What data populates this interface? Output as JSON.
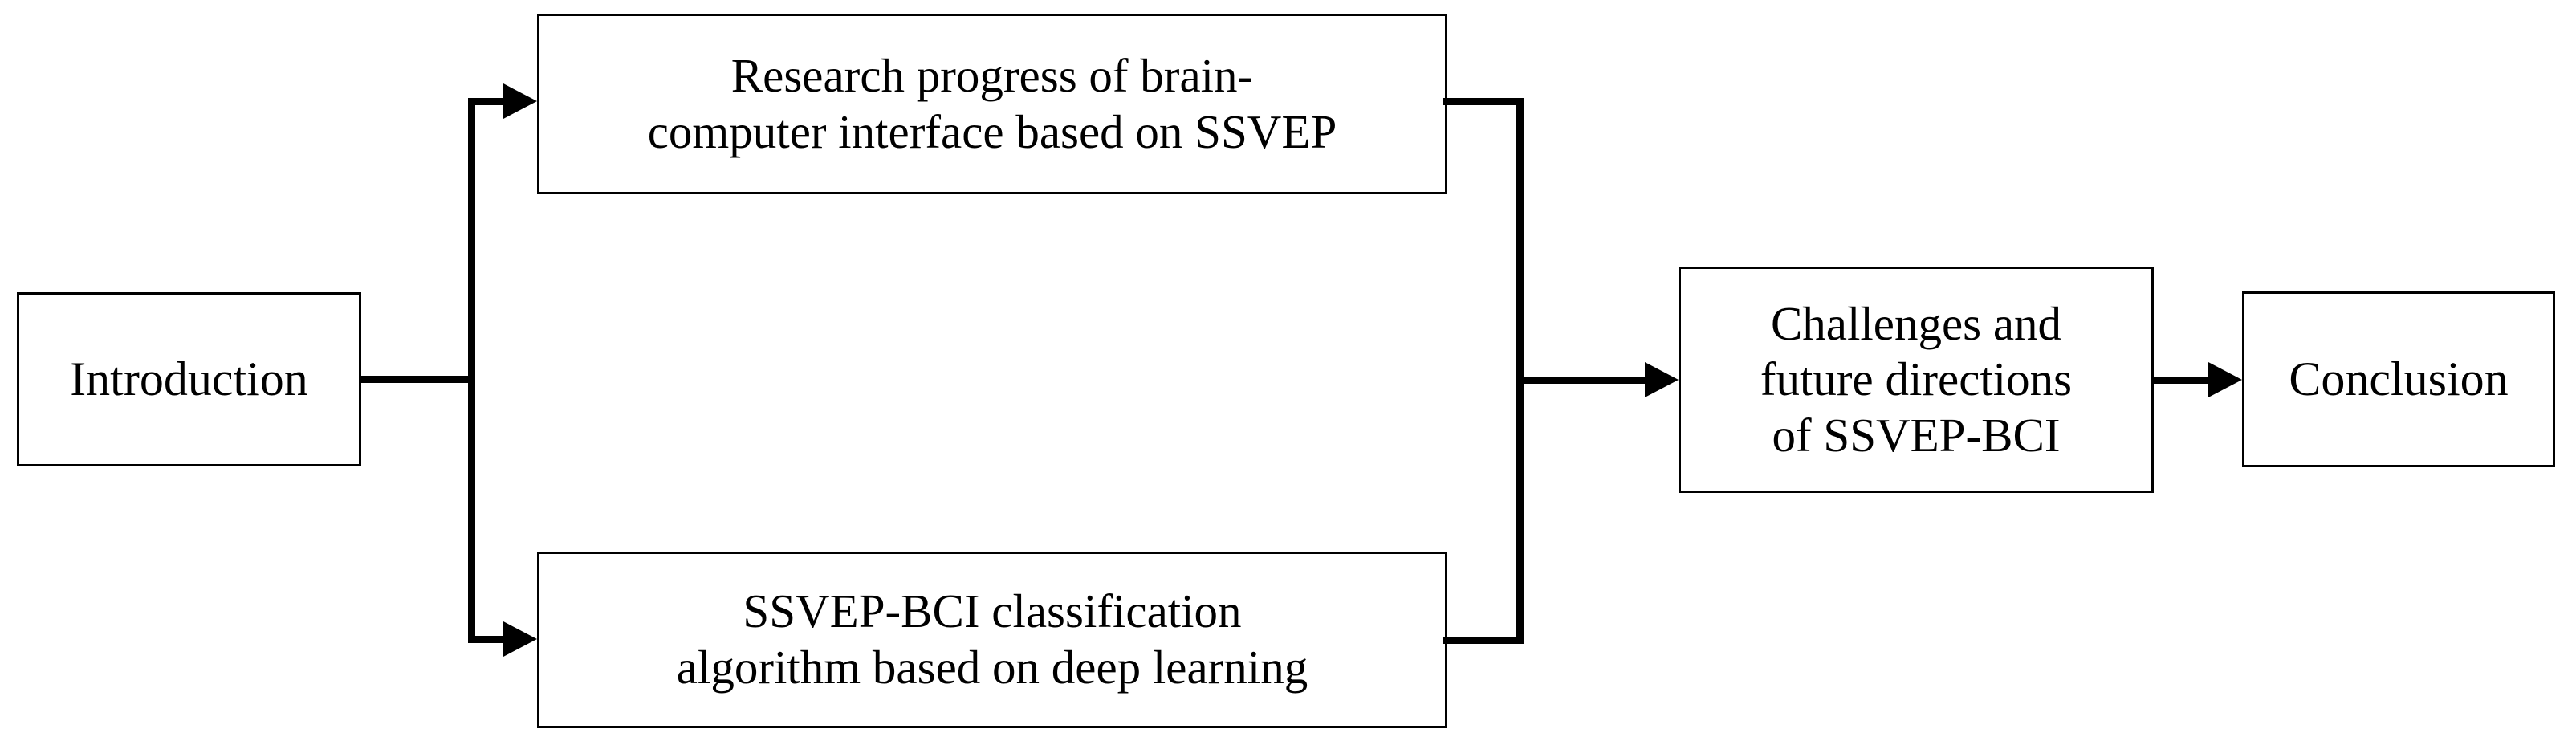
{
  "diagram": {
    "title": "SSVEP-BCI review article structure flowchart",
    "background_color": "#ffffff",
    "stroke_color": "#000000",
    "text_color": "#000000",
    "nodes": [
      {
        "id": "introduction",
        "label": "Introduction",
        "shape": "rectangle"
      },
      {
        "id": "research",
        "label": "Research progress of brain-\ncomputer interface based on SSVEP",
        "shape": "rectangle"
      },
      {
        "id": "classification",
        "label": "SSVEP-BCI classification\nalgorithm based on deep learning",
        "shape": "rectangle"
      },
      {
        "id": "challenges",
        "label": "Challenges and\nfuture directions\nof SSVEP-BCI",
        "shape": "rectangle"
      },
      {
        "id": "conclusion",
        "label": "Conclusion",
        "shape": "rectangle"
      }
    ],
    "edges": [
      {
        "id": "intro-to-research",
        "from": "introduction",
        "to": "research",
        "style": "orthogonal-arrow"
      },
      {
        "id": "intro-to-classification",
        "from": "introduction",
        "to": "classification",
        "style": "orthogonal-arrow"
      },
      {
        "id": "research-to-challenges",
        "from": "research",
        "to": "challenges",
        "style": "orthogonal-arrow"
      },
      {
        "id": "classification-to-challenges",
        "from": "classification",
        "to": "challenges",
        "style": "orthogonal-arrow"
      },
      {
        "id": "challenges-to-conclusion",
        "from": "challenges",
        "to": "conclusion",
        "style": "straight-arrow"
      }
    ]
  }
}
